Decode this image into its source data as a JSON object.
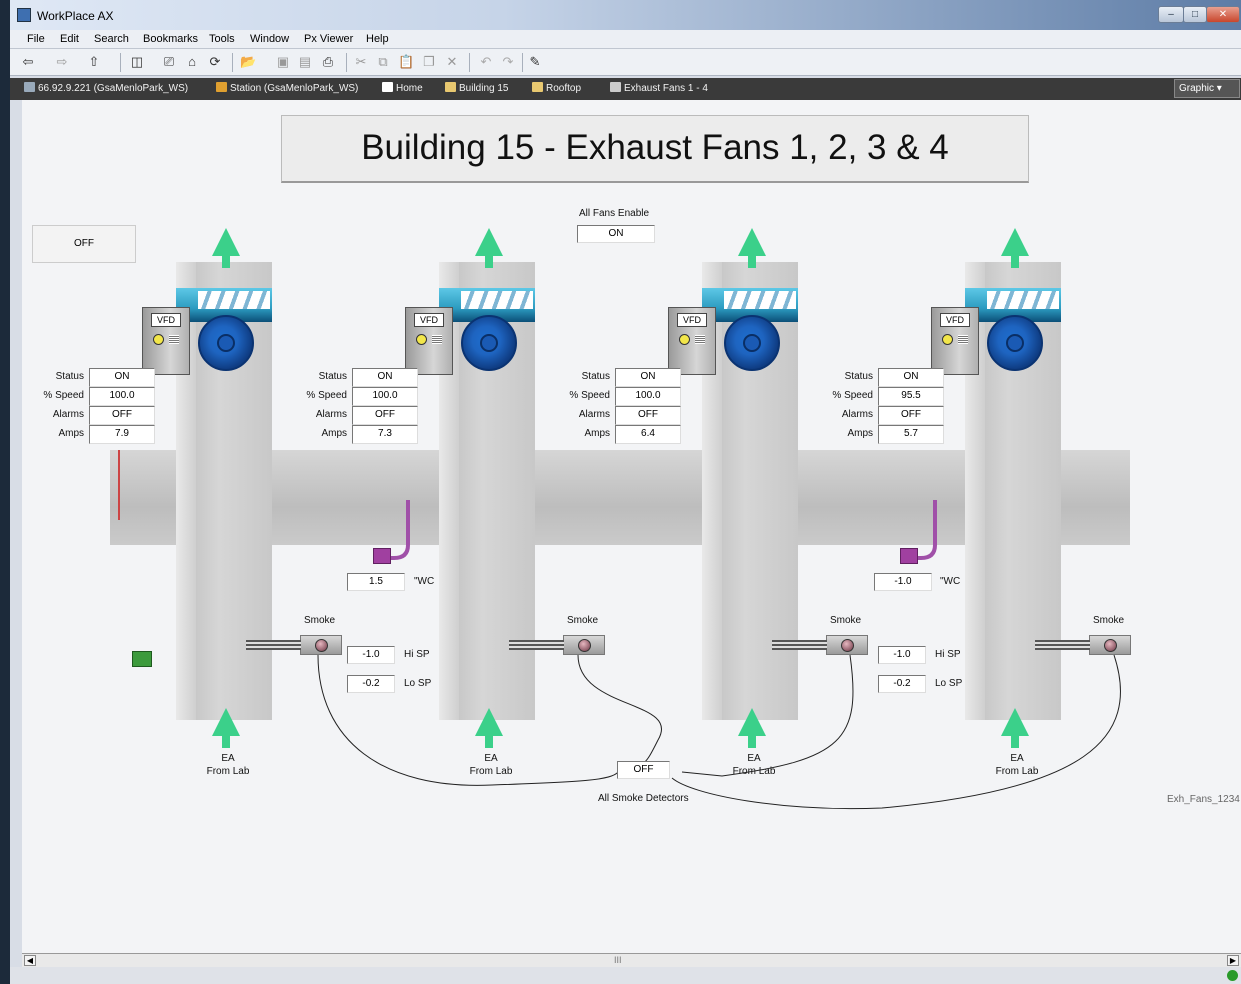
{
  "window": {
    "title": "WorkPlace AX"
  },
  "menu": [
    "File",
    "Edit",
    "Search",
    "Bookmarks",
    "Tools",
    "Window",
    "Px Viewer",
    "Help"
  ],
  "nav": {
    "crumbs": [
      {
        "label": "66.92.9.221 (GsaMenloPark_WS)",
        "icon": "host-icon"
      },
      {
        "label": "Station (GsaMenloPark_WS)",
        "icon": "station-icon"
      },
      {
        "label": "Home",
        "icon": "home-icon"
      },
      {
        "label": "Building 15",
        "icon": "folder-icon"
      },
      {
        "label": "Rooftop",
        "icon": "folder-icon"
      },
      {
        "label": "Exhaust Fans 1 - 4",
        "icon": "graphic-icon"
      }
    ],
    "view_selector": "Graphic"
  },
  "graphic": {
    "title": "Building 15 - Exhaust Fans 1, 2, 3 & 4",
    "left_status": "OFF",
    "all_fans_enable_label": "All Fans Enable",
    "all_fans_enable_value": "ON",
    "fans": [
      {
        "vfd": "VFD",
        "status": "ON",
        "speed": "100.0",
        "alarms": "OFF",
        "amps": "7.9",
        "ea_line1": "EA",
        "ea_line2": "From Lab",
        "smoke": "Smoke"
      },
      {
        "vfd": "VFD",
        "status": "ON",
        "speed": "100.0",
        "alarms": "OFF",
        "amps": "7.3",
        "ea_line1": "EA",
        "ea_line2": "From Lab",
        "smoke": "Smoke"
      },
      {
        "vfd": "VFD",
        "status": "ON",
        "speed": "100.0",
        "alarms": "OFF",
        "amps": "6.4",
        "ea_line1": "EA",
        "ea_line2": "From Lab",
        "smoke": "Smoke"
      },
      {
        "vfd": "VFD",
        "status": "ON",
        "speed": "95.5",
        "alarms": "OFF",
        "amps": "5.7",
        "ea_line1": "EA",
        "ea_line2": "From Lab",
        "smoke": "Smoke"
      }
    ],
    "row_labels": {
      "status": "Status",
      "speed": "% Speed",
      "alarms": "Alarms",
      "amps": "Amps"
    },
    "pressure_left": {
      "value": "1.5",
      "unit": "\"WC",
      "hi": "-1.0",
      "hi_label": "Hi SP",
      "lo": "-0.2",
      "lo_label": "Lo SP"
    },
    "pressure_right": {
      "value": "-1.0",
      "unit": "\"WC",
      "hi": "-1.0",
      "hi_label": "Hi SP",
      "lo": "-0.2",
      "lo_label": "Lo SP"
    },
    "smoke_detectors": {
      "value": "OFF",
      "label": "All Smoke Detectors"
    },
    "file_tag": "Exh_Fans_1234"
  },
  "scroll": {
    "thumb_mark": "III"
  },
  "colors": {
    "duct": "#c8c8c8",
    "fan": "#1e64c0",
    "arrow": "#3bd08a",
    "nav_bg": "#3a3a3a"
  }
}
